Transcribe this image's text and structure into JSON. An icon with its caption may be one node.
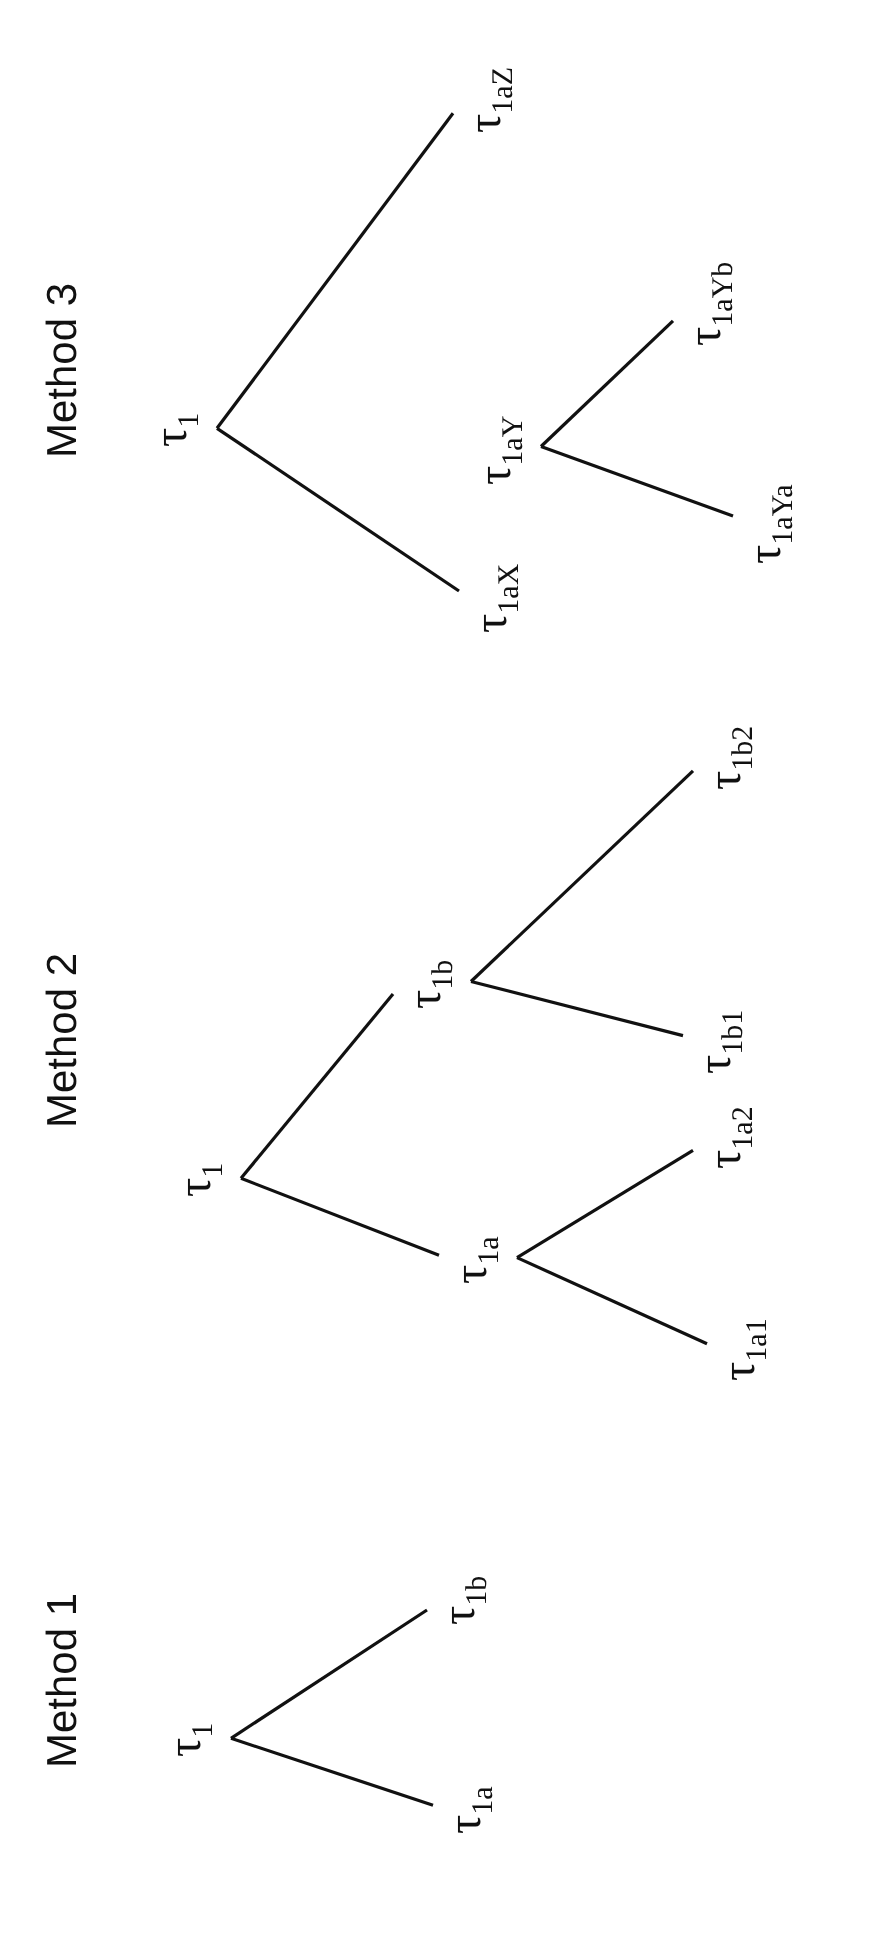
{
  "diagram": {
    "nodes": [
      {
        "text": [
          "τ$_{1}$"
        ]
      },
      {
        "text": [
          "τ$_{1a}$"
        ]
      },
      {
        "text": [
          "τ$_{1b}$"
        ]
      },
      {
        "text": [
          "τ$_{1}$"
        ]
      },
      {
        "text": [
          "τ$_{1a}$"
        ]
      },
      {
        "text": [
          "τ$_{1b}$"
        ]
      },
      {
        "text": [
          "τ$_{1a1}$"
        ]
      },
      {
        "text": [
          "τ$_{1a2}$"
        ]
      },
      {
        "text": [
          "τ$_{1b1}$"
        ]
      },
      {
        "text": [
          "τ$_{1b2}$"
        ]
      },
      {
        "text": [
          "τ$_{1}$"
        ]
      },
      {
        "text": [
          "τ$_{1aX}$"
        ]
      },
      {
        "text": [
          "τ$_{1aZ}$"
        ]
      },
      {
        "text": [
          "τ$_{1aY}$"
        ]
      },
      {
        "text": [
          "τ$_{1aYa}$"
        ]
      },
      {
        "text": [
          "τ$_{1aYb}$"
        ]
      }
    ],
    "edges": [
      {
        "from": 0,
        "to": 1,
        "arrow": "none"
      },
      {
        "from": 0,
        "to": 2,
        "arrow": "none"
      },
      {
        "from": 3,
        "to": 4,
        "arrow": "none"
      },
      {
        "from": 3,
        "to": 5,
        "arrow": "none"
      },
      {
        "from": 4,
        "to": 6,
        "arrow": "none"
      },
      {
        "from": 4,
        "to": 7,
        "arrow": "none"
      },
      {
        "from": 5,
        "to": 8,
        "arrow": "none"
      },
      {
        "from": 5,
        "to": 9,
        "arrow": "none"
      },
      {
        "from": 10,
        "to": 11,
        "arrow": "none"
      },
      {
        "from": 10,
        "to": 12,
        "arrow": "none"
      },
      {
        "from": 13,
        "to": 14,
        "arrow": "none"
      },
      {
        "from": 13,
        "to": 15,
        "arrow": "none"
      }
    ],
    "labels": [
      "Method 1",
      "Method 2",
      "Method 3"
    ]
  }
}
